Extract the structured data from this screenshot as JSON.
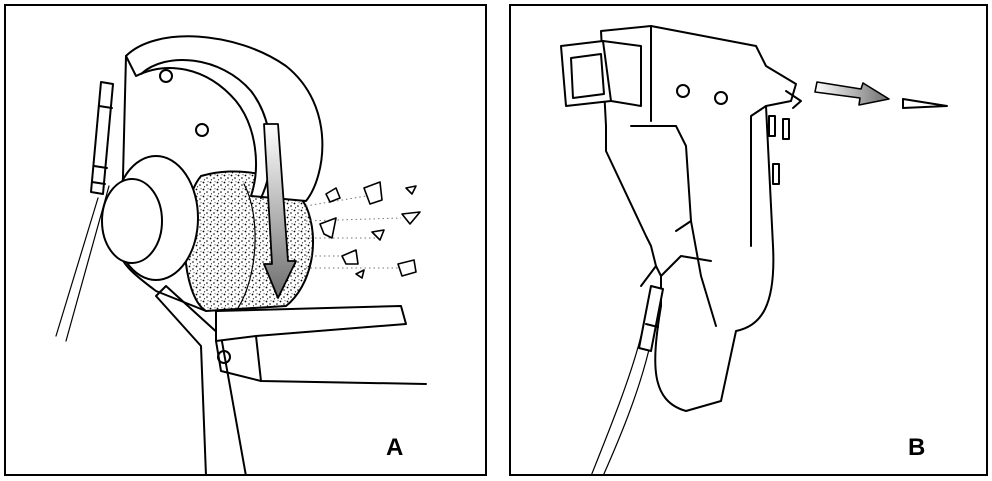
{
  "panels": [
    {
      "id": "a",
      "label": "A"
    },
    {
      "id": "b",
      "label": "B"
    }
  ],
  "colors": {
    "line": "#000000",
    "background": "#ffffff",
    "arrow_fill": "#d9d9d9"
  }
}
